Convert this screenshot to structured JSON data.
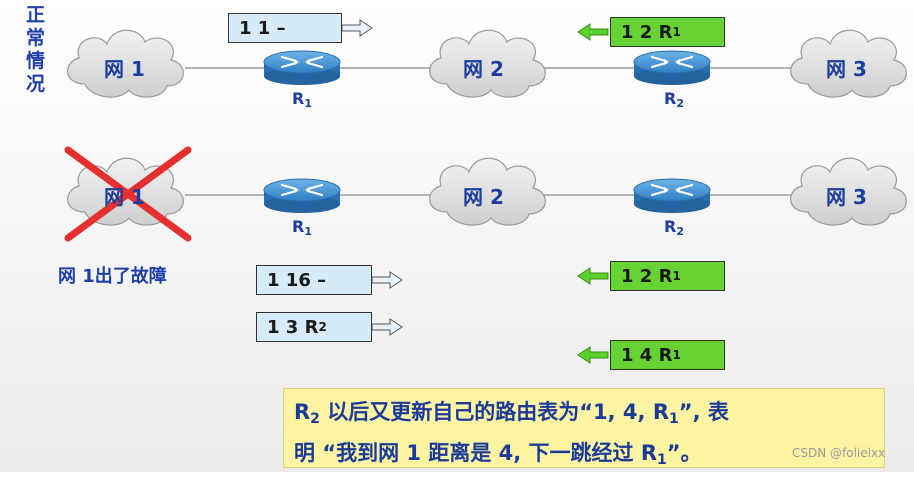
{
  "side_title": "正常情况",
  "networks": {
    "net1": "网 1",
    "net2": "网 2",
    "net3": "网 3"
  },
  "routers": {
    "r1": {
      "main": "R",
      "sub": "1"
    },
    "r2": {
      "main": "R",
      "sub": "2"
    }
  },
  "fault_label": "网 1出了故障",
  "normal_tables": {
    "r1_update": {
      "text": "1  1  –"
    },
    "r2_update": {
      "main": "1  2  R",
      "sub": "1"
    }
  },
  "fault_tables": {
    "r1_update_a": {
      "text": "1  16  –"
    },
    "r1_update_b": {
      "main": "1  3  R",
      "sub": "2"
    },
    "r2_update_a": {
      "main": "1  2  R",
      "sub": "1"
    },
    "r2_update_b": {
      "main": "1  4  R",
      "sub": "1"
    }
  },
  "note": {
    "r_main": "R",
    "r_sub": "2",
    "line1_text": " 以后又更新自己的路由表为“1,  4,  R",
    "line1_sub": "1",
    "line1_end": "”,  表",
    "line2_text": "明 “我到网 1 距离是 4, 下一跳经过 R",
    "line2_sub": "1",
    "line2_end": "”。"
  },
  "watermark": "CSDN @folielxx",
  "colors": {
    "text_blue": "#1c3e9c",
    "table_blue": "#d6eaf8",
    "table_green": "#66d233",
    "note_bg": "#fcf4a2",
    "cross_red": "#e53030"
  }
}
